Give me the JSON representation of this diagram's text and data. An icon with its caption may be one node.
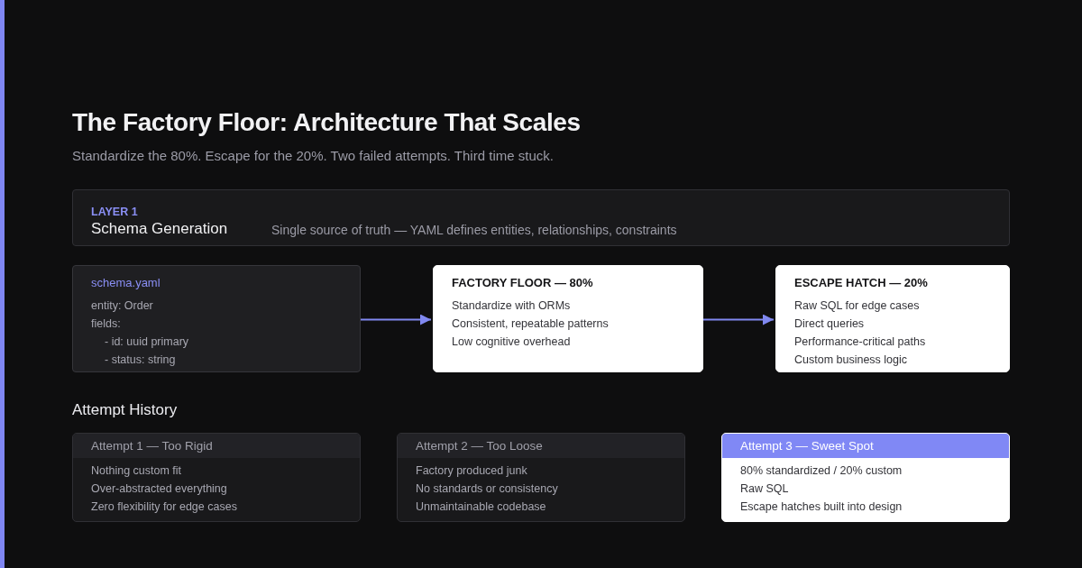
{
  "diagram": {
    "title": "The Factory Floor: Architecture That Scales",
    "nodes": [
      {
        "text": [
          "LAYER 1",
          "Schema Generation",
          "Single source of truth — YAML defines entities, relationships, constraints"
        ]
      },
      {
        "text": [
          "schema.yaml",
          "entity: Order",
          "fields:",
          "- id: uuid primary",
          "- status: string"
        ]
      },
      {
        "text": [
          "FACTORY FLOOR — 80%",
          "Standardize with ORMs",
          "Consistent, repeatable patterns",
          "Low cognitive overhead"
        ]
      },
      {
        "text": [
          "ESCAPE HATCH — 20%",
          "Raw SQL for edge cases",
          "Direct queries",
          "Performance-critical paths",
          "Custom business logic"
        ]
      },
      {
        "text": [
          "Attempt 1 — Too Rigid",
          "Nothing custom fit",
          "Over-abstracted everything",
          "Zero flexibility for edge cases"
        ]
      },
      {
        "text": [
          "Attempt 2 — Too Loose",
          "Factory produced junk",
          "No standards or consistency",
          "Unmaintainable codebase"
        ]
      },
      {
        "text": [
          "Attempt 3 — Sweet Spot",
          "80% standardized / 20% custom",
          "Raw SQL",
          "Escape hatches built into design"
        ]
      }
    ],
    "edges": [
      {
        "from": 1,
        "to": 2,
        "arrow": "to"
      },
      {
        "from": 2,
        "to": 3,
        "arrow": "to"
      }
    ],
    "labels": [
      "Standardize the 80%. Escape for the 20%. Two failed attempts. Third time stuck.",
      "Attempt History"
    ]
  }
}
